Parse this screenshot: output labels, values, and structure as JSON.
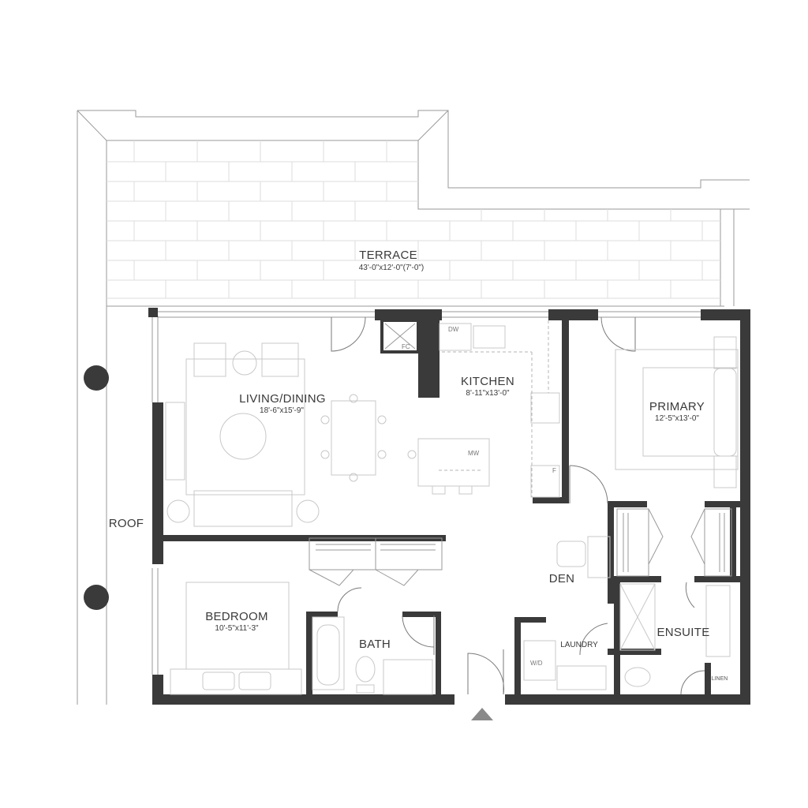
{
  "rooms": {
    "terrace": {
      "name": "TERRACE",
      "size": "43'-0\"x12'-0\"(7'-0\")"
    },
    "living_dining": {
      "name": "LIVING/DINING",
      "size": "18'-6\"x15'-9\""
    },
    "kitchen": {
      "name": "KITCHEN",
      "size": "8'-11\"x13'-0\""
    },
    "primary": {
      "name": "PRIMARY",
      "size": "12'-5\"x13'-0\""
    },
    "bedroom": {
      "name": "BEDROOM",
      "size": "10'-5\"x11'-3\""
    },
    "bath": {
      "name": "BATH"
    },
    "den": {
      "name": "DEN"
    },
    "laundry": {
      "name": "LAUNDRY"
    },
    "ensuite": {
      "name": "ENSUITE"
    },
    "linen": {
      "name": "LINEN"
    },
    "roof": {
      "name": "ROOF"
    }
  },
  "fixtures": {
    "dishwasher": "DW",
    "fireplace": "FC",
    "microwave": "MW",
    "fridge": "F",
    "washer_dryer": "W/D"
  },
  "colors": {
    "wall": "#3a3a3a",
    "line": "#9a9a9a",
    "furniture": "#c8c8c8",
    "entry_marker": "#8a8a8a"
  }
}
